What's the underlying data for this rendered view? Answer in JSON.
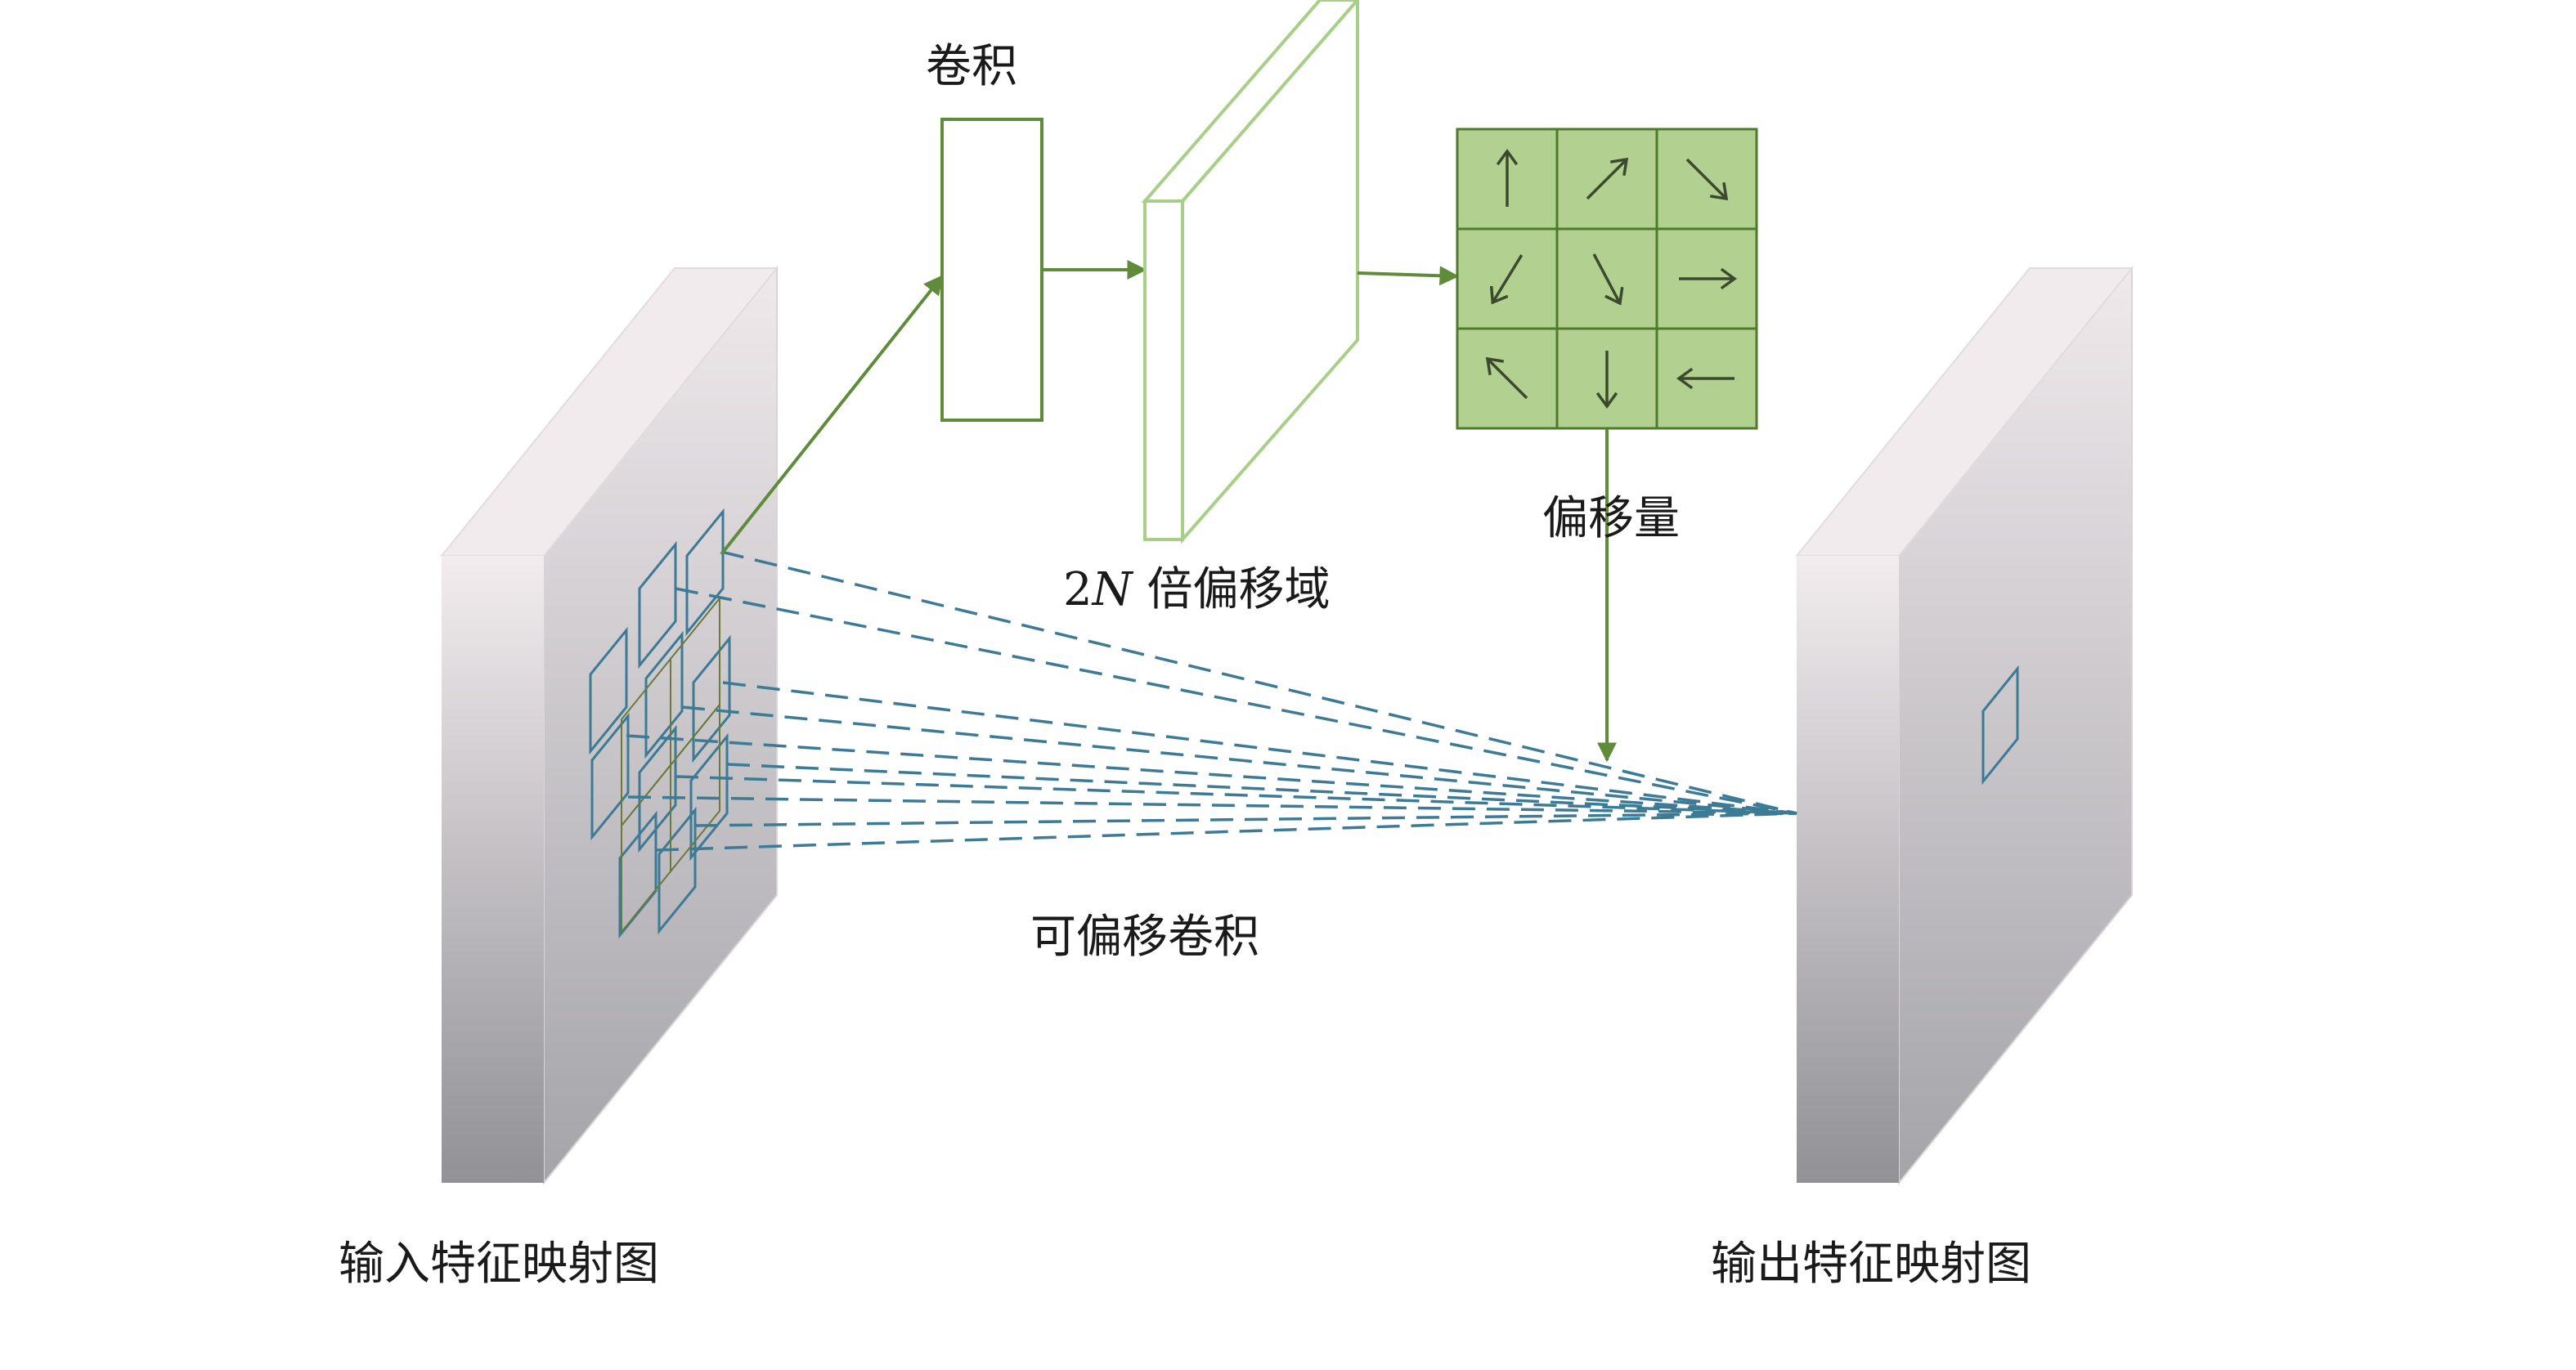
{
  "labels": {
    "conv": "卷积",
    "offset_field_prefix": "2",
    "offset_field_var": "N",
    "offset_field_suffix": " 倍偏移域",
    "offsets": "偏移量",
    "deformable_conv": "可偏移卷积",
    "input_map": "输入特征映射图",
    "output_map": "输出特征映射图"
  },
  "offset_grid": {
    "rows": 3,
    "cols": 3,
    "arrows": [
      "up",
      "up-right",
      "down-right",
      "down-left",
      "down-right-steep",
      "right",
      "up-left",
      "down",
      "left"
    ]
  },
  "colors": {
    "green_dark": "#5e8c3a",
    "green_light": "#a9cf8a",
    "grid_fill": "#b2d191",
    "grid_line": "#4f7a2e",
    "blue_dashed": "#3d7a96",
    "map_top": "#efe8ea",
    "map_bottom": "#919197"
  }
}
